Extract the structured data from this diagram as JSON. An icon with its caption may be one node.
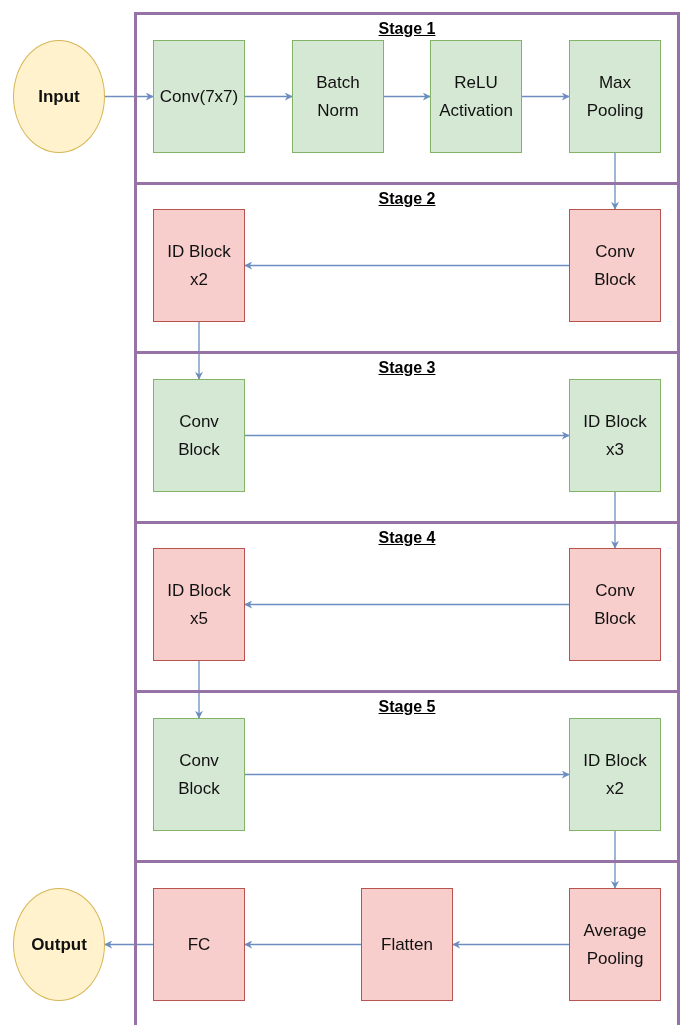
{
  "diagram": {
    "nodes": [
      {
        "text": [
          "Input"
        ]
      },
      {
        "text": [
          "Stage 1"
        ]
      },
      {
        "text": [
          "Conv(7x7)"
        ],
        "in": 1
      },
      {
        "text": [
          "Batch Norm"
        ],
        "in": 1
      },
      {
        "text": [
          "ReLU Activation"
        ],
        "in": 1
      },
      {
        "text": [
          "Max Pooling"
        ],
        "in": 1
      },
      {
        "text": [
          "Stage 2"
        ]
      },
      {
        "text": [
          "ID Block x2"
        ],
        "in": 6
      },
      {
        "text": [
          "Conv Block"
        ],
        "in": 6
      },
      {
        "text": [
          "Stage 3"
        ]
      },
      {
        "text": [
          "Conv Block"
        ],
        "in": 9
      },
      {
        "text": [
          "ID Block x3"
        ],
        "in": 9
      },
      {
        "text": [
          "Stage 4"
        ]
      },
      {
        "text": [
          "ID Block x5"
        ],
        "in": 12
      },
      {
        "text": [
          "Conv Block"
        ],
        "in": 12
      },
      {
        "text": [
          "Stage 5"
        ]
      },
      {
        "text": [
          "Conv Block"
        ],
        "in": 15
      },
      {
        "text": [
          "ID Block x2"
        ],
        "in": 15
      },
      {
        "text": [],
        "shape": "box"
      },
      {
        "text": [
          "FC"
        ],
        "in": 18
      },
      {
        "text": [
          "Flatten"
        ],
        "in": 18
      },
      {
        "text": [
          "Average Pooling"
        ],
        "in": 18
      },
      {
        "text": [
          "Output"
        ]
      }
    ],
    "edges": [
      {
        "from": 0,
        "to": 2,
        "arrow": "to"
      },
      {
        "from": 2,
        "to": 3,
        "arrow": "to"
      },
      {
        "from": 3,
        "to": 4,
        "arrow": "to"
      },
      {
        "from": 4,
        "to": 5,
        "arrow": "to"
      },
      {
        "from": 5,
        "to": 8,
        "arrow": "to"
      },
      {
        "from": 8,
        "to": 7,
        "arrow": "to"
      },
      {
        "from": 7,
        "to": 10,
        "arrow": "to"
      },
      {
        "from": 10,
        "to": 11,
        "arrow": "to"
      },
      {
        "from": 11,
        "to": 14,
        "arrow": "to"
      },
      {
        "from": 14,
        "to": 13,
        "arrow": "to"
      },
      {
        "from": 13,
        "to": 16,
        "arrow": "to"
      },
      {
        "from": 16,
        "to": 17,
        "arrow": "to"
      },
      {
        "from": 17,
        "to": 21,
        "arrow": "to"
      },
      {
        "from": 21,
        "to": 20,
        "arrow": "to"
      },
      {
        "from": 20,
        "to": 19,
        "arrow": "to"
      },
      {
        "from": 19,
        "to": 22,
        "arrow": "to"
      }
    ]
  }
}
